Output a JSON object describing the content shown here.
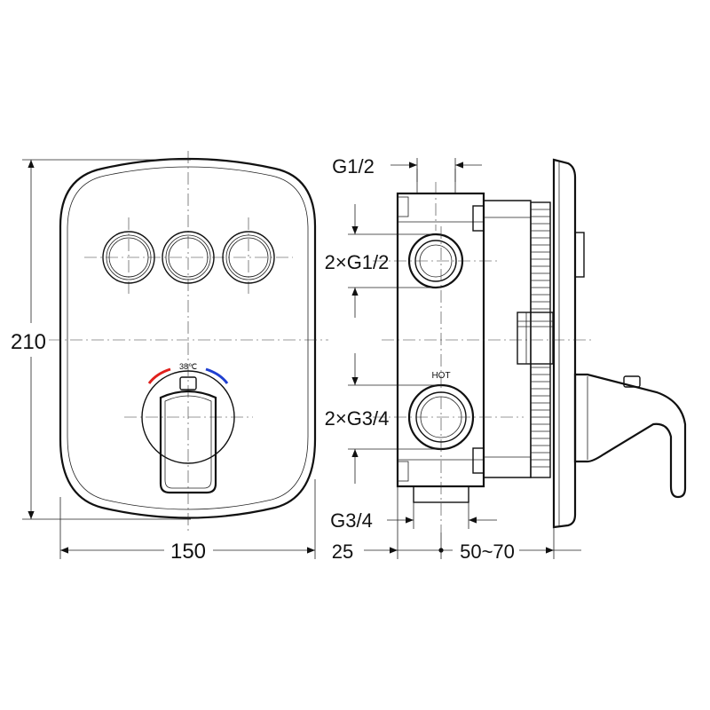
{
  "dimensions": {
    "height": "210",
    "width": "150",
    "depth_front": "25",
    "depth_range": "50~70",
    "outlet_top": "G1/2",
    "outlets_upper": "2×G1/2",
    "inlets_lower": "2×G3/4",
    "outlet_bottom": "G3/4"
  },
  "labels": {
    "temperature": "38℃",
    "hot": "HOT"
  },
  "colors": {
    "line": "#111111",
    "hot_arc": "#e0201c",
    "cold_arc": "#1f3fd0",
    "background": "#ffffff"
  },
  "icons": [
    "arrow-icon",
    "push-button-icon",
    "lever-handle-icon"
  ]
}
